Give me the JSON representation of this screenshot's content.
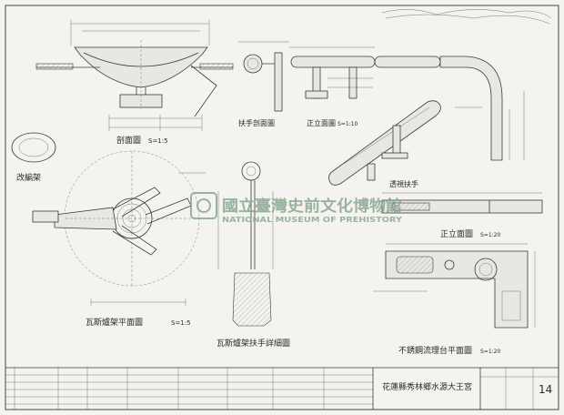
{
  "drawing_titles": {
    "section_view": "剖面圖",
    "section_scale": "S=1:5",
    "handrail_section": "扶手剖面圖",
    "front_elevation": "正立面圖",
    "front_elevation_scale": "S=1:10",
    "perspective": "透視扶手",
    "front_elevation_2": "正立面圖",
    "front_elevation_2_scale": "S=1:20",
    "plan_view": "瓦斯爐架平面圖",
    "plan_scale": "S=1:5",
    "drainboard_detail": "瓦斯爐架扶手詳細圖",
    "sink_plan": "不銹鋼流理台平面圖",
    "sink_plan_scale": "S=1:20",
    "side_note": "改編架"
  },
  "watermark": {
    "chinese": "國立臺灣史前文化博物館",
    "english": "NATIONAL MUSEUM OF PREHISTORY"
  },
  "title_block": {
    "project_title": "花蓮縣秀林鄉水源大王宮",
    "sheet_number": "14"
  },
  "colors": {
    "ink": "#2a2a2a",
    "paper": "#f4f3ef",
    "watermark": "#8aa891"
  }
}
